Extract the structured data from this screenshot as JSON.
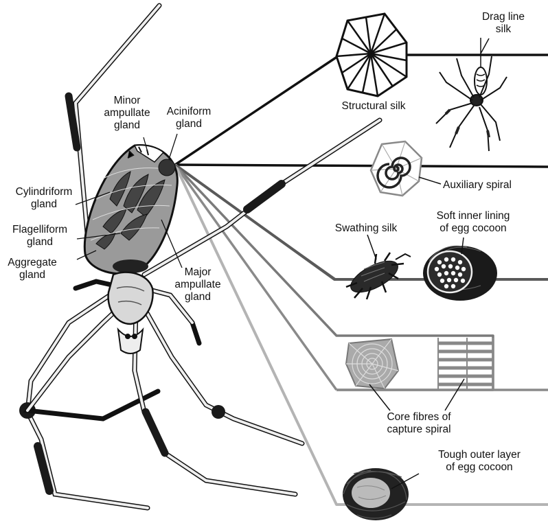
{
  "labels": {
    "minor_ampullate": {
      "line1": "Minor",
      "line2": "ampullate",
      "line3": "gland"
    },
    "aciniform": {
      "line1": "Aciniform",
      "line2": "gland"
    },
    "cylindriform": {
      "line1": "Cylindriform",
      "line2": "gland"
    },
    "flagelliform": {
      "line1": "Flagelliform",
      "line2": "gland"
    },
    "aggregate": {
      "line1": "Aggregate",
      "line2": "gland"
    },
    "major_ampullate": {
      "line1": "Major",
      "line2": "ampullate",
      "line3": "gland"
    },
    "drag_line": {
      "line1": "Drag line",
      "line2": "silk"
    },
    "structural": {
      "line1": "Structural silk"
    },
    "auxiliary": {
      "line1": "Auxiliary spiral"
    },
    "swathing": {
      "line1": "Swathing silk"
    },
    "soft_lining": {
      "line1": "Soft inner lining",
      "line2": "of egg cocoon"
    },
    "core_fibres": {
      "line1": "Core fibres of",
      "line2": "capture spiral"
    },
    "tough_outer": {
      "line1": "Tough outer layer",
      "line2": "of egg cocoon"
    }
  },
  "colors": {
    "black_silk": "#111111",
    "dark_gray_silk": "#6a6a6a",
    "mid_gray_silk": "#8c8c8c",
    "light_gray_silk": "#b4b4b4",
    "abdomen_fill": "#9a9a9a"
  }
}
